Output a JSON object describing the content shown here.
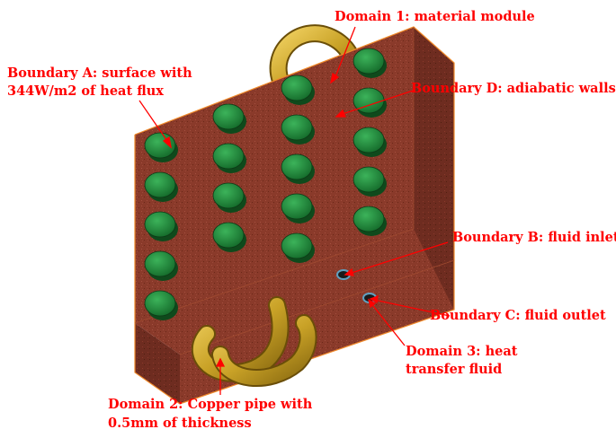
{
  "labels": {
    "domain1": "Domain 1: material module",
    "boundary_a_line1": "Boundary A: surface with",
    "boundary_a_line2": "344W/m2 of heat flux",
    "boundary_d": "Boundary D: adiabatic walls",
    "boundary_b": "Boundary B: fluid inlet",
    "boundary_c": "Boundary C: fluid outlet",
    "domain3_line1": "Domain 3: heat",
    "domain3_line2": "transfer fluid",
    "domain2_line1": "Domain 2: Copper pipe with",
    "domain2_line2": "0.5mm of thickness"
  },
  "colors": {
    "label": "#ff0000",
    "module_front": "#8a3a2a",
    "module_top": "#9c4630",
    "module_side": "#6e2c20",
    "pcm_disc": "#1f8a3a",
    "pipe": "#c9a227"
  }
}
